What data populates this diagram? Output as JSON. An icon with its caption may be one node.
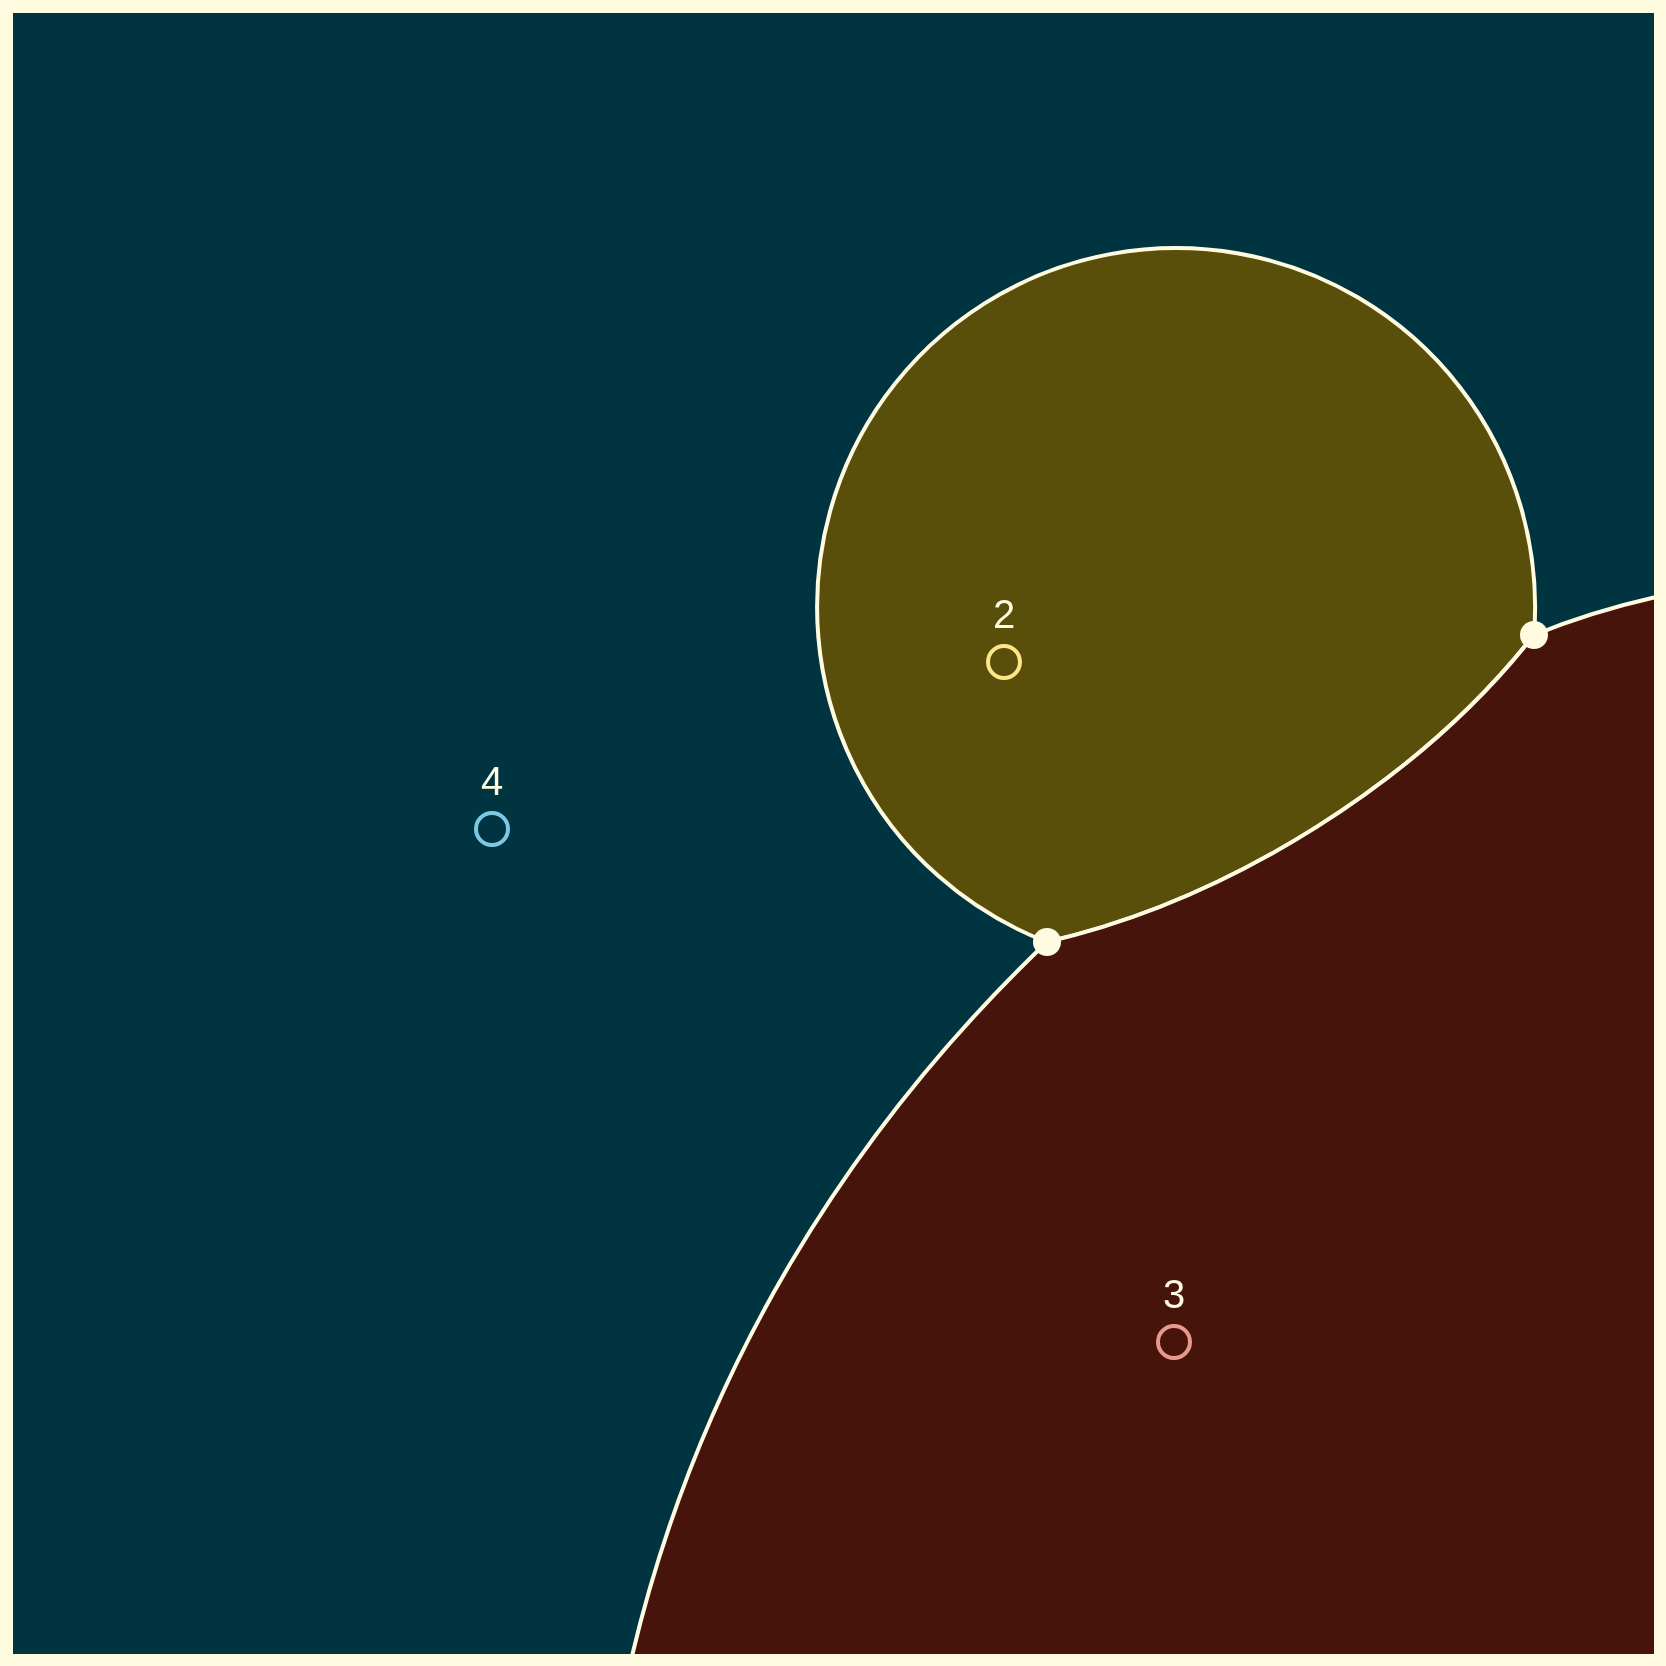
{
  "diagram": {
    "nodes": [
      {
        "text": [
          "2"
        ]
      },
      {
        "text": [
          "3"
        ]
      },
      {
        "text": [
          "4"
        ]
      }
    ]
  }
}
